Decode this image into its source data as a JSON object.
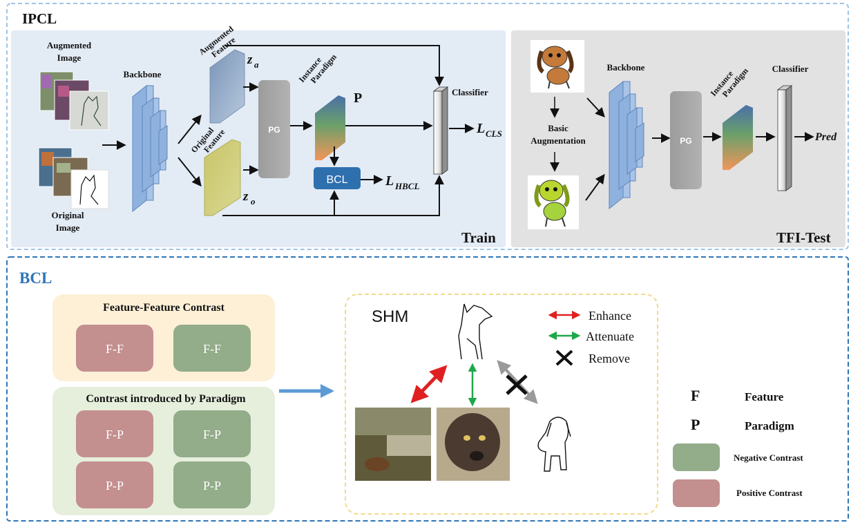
{
  "ipcl": {
    "title": "IPCL",
    "train_label": "Train",
    "test_label": "TFI-Test",
    "augmented_image_label": [
      "Augmented",
      "Image"
    ],
    "original_image_label": [
      "Original",
      "Image"
    ],
    "backbone_label": "Backbone",
    "augmented_feature_label": [
      "Augmented",
      "Feature"
    ],
    "original_feature_label": [
      "Original",
      "Feature"
    ],
    "za_label": "z",
    "za_sub": "a",
    "zo_label": "z",
    "zo_sub": "o",
    "pg_label": "PG",
    "instance_paradigm_label": [
      "Instance",
      "Paradigm"
    ],
    "p_label": "P",
    "classifier_label": "Classifier",
    "bcl_block_label": "BCL",
    "lcls_main": "L",
    "lcls_sub": "CLS",
    "lhbcl_main": "L",
    "lhbcl_sub": "HBCL",
    "test_backbone_label": "Backbone",
    "test_pg_label": "PG",
    "test_instance_paradigm_label": [
      "Instance",
      "Paradigm"
    ],
    "test_classifier_label": "Classifier",
    "basic_augmentation_label": [
      "Basic",
      "Augmentation"
    ],
    "pred_label": "Pred"
  },
  "bcl": {
    "title": "BCL",
    "ff_group_title": "Feature-Feature Contrast",
    "ff_boxes": [
      "F-F",
      "F-F"
    ],
    "paradigm_group_title": "Contrast introduced by Paradigm",
    "fp_boxes": [
      "F-P",
      "F-P"
    ],
    "pp_boxes": [
      "P-P",
      "P-P"
    ],
    "shm_title": "SHM",
    "enhance_label": "Enhance",
    "attenuate_label": "Attenuate",
    "remove_label": "Remove",
    "legend": {
      "f_symbol": "F",
      "f_text": "Feature",
      "p_symbol": "P",
      "p_text": "Paradigm",
      "negative_text": "Negative Contrast",
      "positive_text": "Positive Contrast"
    }
  },
  "colors": {
    "positive": "#c48f8f",
    "negative": "#93ac8a",
    "enhance": "#e02020",
    "attenuate": "#1ea84a",
    "bcl_block": "#2e6fae",
    "bcl_title": "#2e75b6"
  }
}
